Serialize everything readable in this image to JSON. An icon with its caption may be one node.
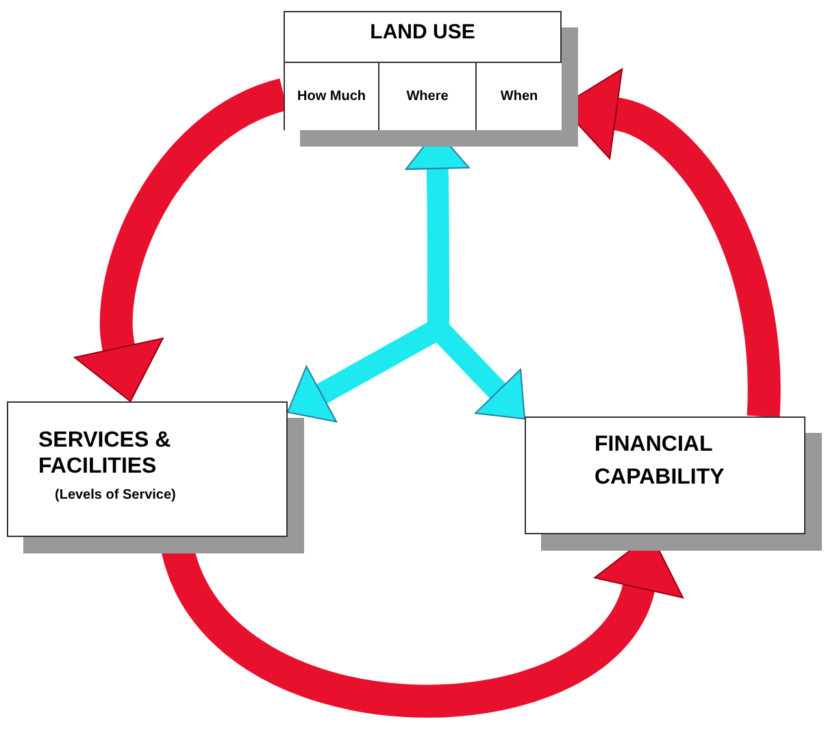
{
  "diagram": {
    "nodes": [
      {
        "text": [
          "LAND USE"
        ]
      },
      {
        "text": [
          "How Much"
        ],
        "in": 0
      },
      {
        "text": [
          "Where"
        ],
        "in": 0
      },
      {
        "text": [
          "When"
        ],
        "in": 0
      },
      {
        "text": [
          "SERVICES & FACILITIES",
          "(Levels of Service)"
        ]
      },
      {
        "text": [
          "FINANCIAL CAPABILITY"
        ]
      }
    ],
    "edges": [
      {
        "from": 0,
        "to": 4,
        "arrow": "to",
        "color": "#e8112d"
      },
      {
        "from": 4,
        "to": 5,
        "arrow": "to",
        "color": "#e8112d"
      },
      {
        "from": 5,
        "to": 0,
        "arrow": "to",
        "color": "#e8112d"
      },
      {
        "from": null,
        "to": 0,
        "arrow": "to",
        "color": "#1ee8f0"
      },
      {
        "from": null,
        "to": 4,
        "arrow": "to",
        "color": "#1ee8f0"
      },
      {
        "from": null,
        "to": 5,
        "arrow": "to",
        "color": "#1ee8f0"
      }
    ]
  }
}
